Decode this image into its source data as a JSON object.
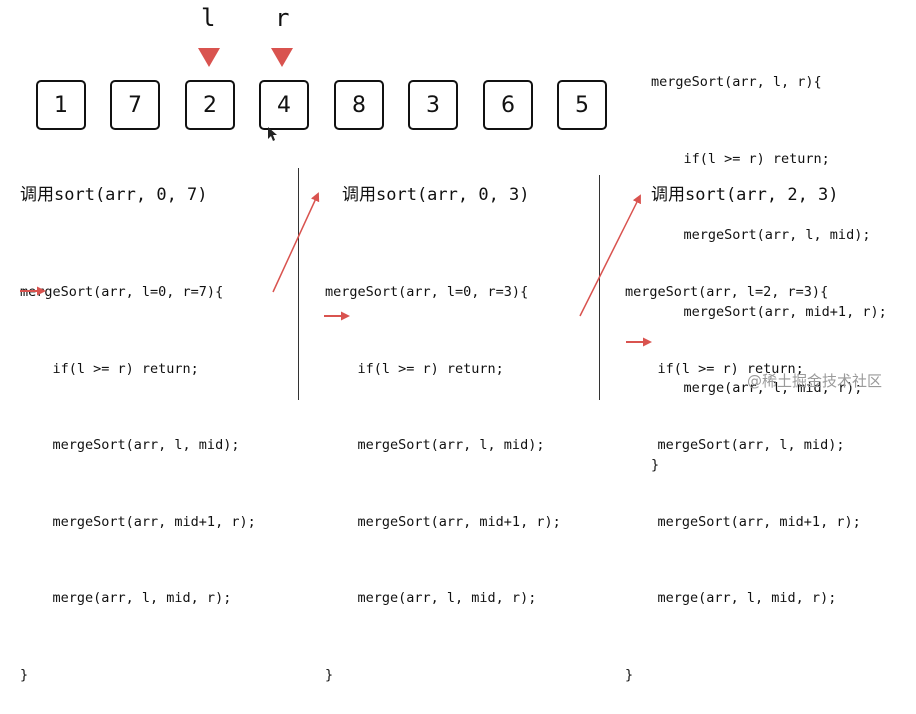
{
  "pointers": {
    "left_label": "l",
    "right_label": "r",
    "color": "#d9534f"
  },
  "array": [
    "1",
    "7",
    "2",
    "4",
    "8",
    "3",
    "6",
    "5"
  ],
  "top_code": [
    "mergeSort(arr, l, r){",
    "    if(l >= r) return;",
    "    mergeSort(arr, l, mid);",
    "    mergeSort(arr, mid+1, r);",
    "    merge(arr, l, mid, r);",
    "}"
  ],
  "panels": [
    {
      "heading": "调用sort(arr, 0, 7)",
      "code": [
        "mergeSort(arr, l=0, r=7){",
        "    if(l >= r) return;",
        "    mergeSort(arr, l, mid);",
        "    mergeSort(arr, mid+1, r);",
        "    merge(arr, l, mid, r);",
        "}"
      ]
    },
    {
      "heading": "调用sort(arr, 0, 3)",
      "code": [
        "mergeSort(arr, l=0, r=3){",
        "    if(l >= r) return;",
        "    mergeSort(arr, l, mid);",
        "    mergeSort(arr, mid+1, r);",
        "    merge(arr, l, mid, r);",
        "}"
      ]
    },
    {
      "heading": "调用sort(arr, 2, 3)",
      "code": [
        "mergeSort(arr, l=2, r=3){",
        "    if(l >= r) return;",
        "    mergeSort(arr, l, mid);",
        "    mergeSort(arr, mid+1, r);",
        "    merge(arr, l, mid, r);",
        "}"
      ]
    }
  ],
  "watermark": "@稀土掘金技术社区"
}
